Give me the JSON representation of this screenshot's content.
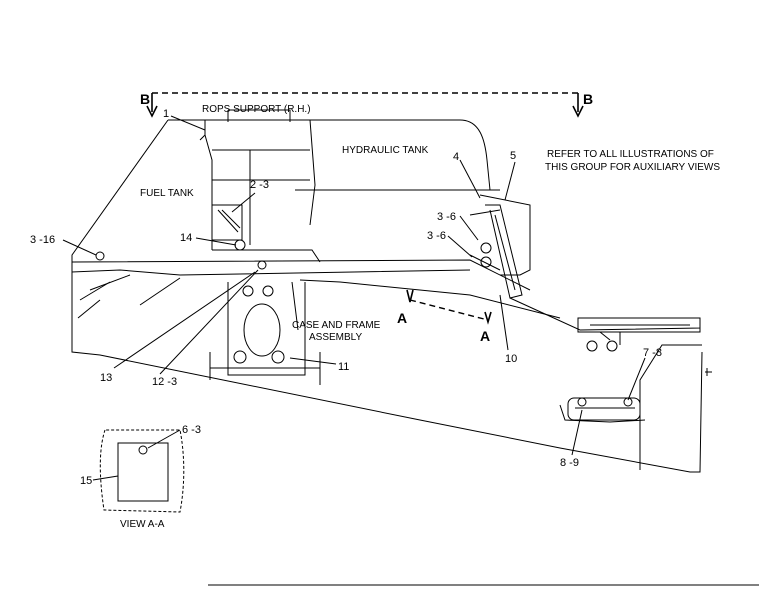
{
  "labels": {
    "section_b_left": "B",
    "section_b_right": "B",
    "rops_support": "ROPS SUPPORT (R.H.)",
    "hydraulic_tank": "HYDRAULIC TANK",
    "fuel_tank": "FUEL TANK",
    "refer_line1": "REFER TO ALL ILLUSTRATIONS OF",
    "refer_line2": "THIS GROUP FOR AUXILIARY VIEWS",
    "case_frame_line1": "CASE AND FRAME",
    "case_frame_line2": "ASSEMBLY",
    "section_a_left": "A",
    "section_a_right": "A",
    "view_aa": "VIEW A-A"
  },
  "callouts": {
    "c1": "1",
    "c2_3": "2 -3",
    "c3_16": "3 -16",
    "c14": "14",
    "c4": "4",
    "c5": "5",
    "c3_6a": "3 -6",
    "c3_6b": "3 -6",
    "c10": "10",
    "c11": "11",
    "c13": "13",
    "c12_3": "12 -3",
    "c7_8": "7 -8",
    "c8_9": "8 -9",
    "c6_3": "6 -3",
    "c15": "15"
  }
}
